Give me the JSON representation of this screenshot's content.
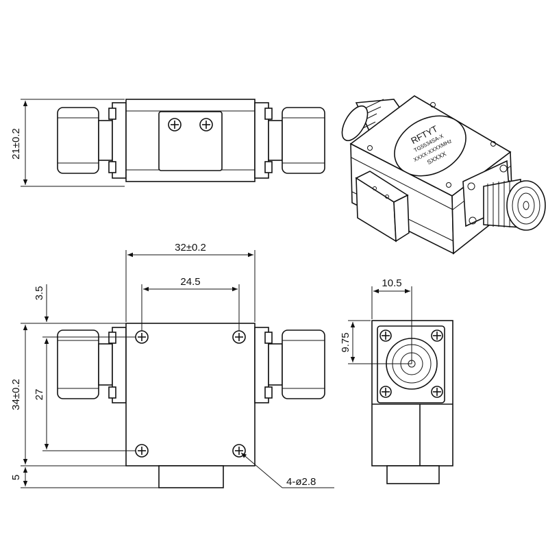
{
  "dimensions": {
    "top_height": "21±0.2",
    "width_body": "32±0.2",
    "hole_spacing_x": "24.5",
    "offset_top": "3.5",
    "height_body": "34±0.2",
    "hole_spacing_y": "27",
    "offset_bottom": "5",
    "holes": "4-ø2.8",
    "connector_width": "10.5",
    "connector_height": "9.75"
  },
  "label_lines": [
    "RFTYT",
    "TG5534SA-X",
    "XXXX-XXXXMHz",
    "SXXXX"
  ]
}
